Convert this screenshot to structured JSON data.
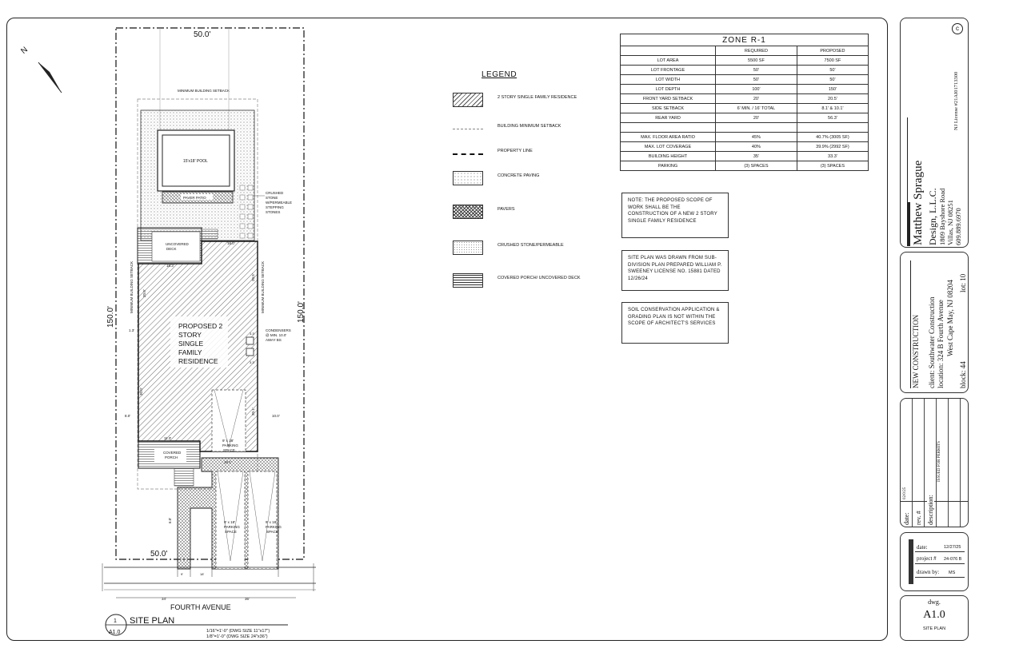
{
  "drawing": {
    "north_label": "N",
    "dim_top": "50.0'",
    "dim_bottom": "50.0'",
    "dim_left": "150.0'",
    "dim_right": "150.0'",
    "min_setback_top": "MINIMUM BUILDING SETBACK",
    "min_setback_left": "MINIMUM BUILDING SETBACK",
    "min_setback_right": "MINIMUM BUILDING SETBACK",
    "pool_label": "15'x18' POOL",
    "paver_patio": "PAVER PATIO",
    "crushed_stone": "CRUSHED STONE W/PERMEABLE STEPPING STONES",
    "uncovered_deck": "UNCOVERED DECK",
    "residence": "PROPOSED 2 STORY SINGLE FAMILY RESIDENCE",
    "condensers": "CONDENSERS @ MIN. 10.0' AWAY BS",
    "covered_porch": "COVERED PORCH",
    "parking_space": "9' x 18' PARKING SPACE",
    "street": "FOURTH AVENUE",
    "dims": {
      "d16": "16.0'",
      "d185": "18.3'",
      "d205": "20.5'",
      "d33a": "3.3'",
      "d33b": "3.3'",
      "d13": "1.3'",
      "d113": "11.3'",
      "d200": "20.0'",
      "d300": "30.0'",
      "d181": "18.1'",
      "d201": "20.1'",
      "d10": "10.0'",
      "d6": "6.0'",
      "d9": "9'",
      "d18": "18'",
      "d34": "34'",
      "d36": "36'",
      "d8": "8.0'"
    }
  },
  "plan_title": {
    "number": "1",
    "sheet": "A1.0",
    "title": "SITE PLAN",
    "scale1": "1/16\"=1'-0\" (DWG SIZE 11\"x17\")",
    "scale2": "1/8\"=1'-0\" (DWG SIZE 24\"x36\")"
  },
  "legend": {
    "title": "LEGEND",
    "items": [
      {
        "label": "2 STORY SINGLE FAMILY RESIDENCE",
        "style": "hatch"
      },
      {
        "label": "BUILDING MINIMUM SETBACK",
        "style": "dashline"
      },
      {
        "label": "PROPERTY LINE",
        "style": "dashdot"
      },
      {
        "label": "CONCRETE PAVING",
        "style": "stipple"
      },
      {
        "label": "PAVERS",
        "style": "dense"
      },
      {
        "label": "CRUSHED STONE/PERMEABLE",
        "style": "dots"
      },
      {
        "label": "COVERED PORCH/ UNCOVERED DECK",
        "style": "lines"
      }
    ]
  },
  "zone_table": {
    "title": "ZONE R-1",
    "headers": [
      "",
      "REQUIRED",
      "PROPOSED"
    ],
    "rows": [
      [
        "LOT AREA",
        "5500 SF",
        "7500 SF"
      ],
      [
        "LOT FRONTAGE",
        "50'",
        "50'"
      ],
      [
        "LOT WIDTH",
        "50'",
        "50'"
      ],
      [
        "LOT DEPTH",
        "100'",
        "150'"
      ],
      [
        "FRONT YARD SETBACK",
        "20'",
        "20.5'"
      ],
      [
        "SIDE SETBACK",
        "6' MIN. / 16' TOTAL",
        "8.1' & 10.1'"
      ],
      [
        "REAR YARD",
        "20'",
        "56.3'"
      ],
      [
        "",
        "",
        ""
      ],
      [
        "MAX. FLOOR AREA RATIO",
        "45%",
        "40.7% (3005 SF)"
      ],
      [
        "MAX. LOT COVERAGE",
        "40%",
        "39.9% (2992 SF)"
      ],
      [
        "BUILDING HEIGHT",
        "35'",
        "33.3'"
      ],
      [
        "PARKING",
        "(3) SPACES",
        "(3) SPACES"
      ]
    ]
  },
  "notes": [
    "NOTE: THE PROPOSED SCOPE OF WORK SHALL BE THE CONSTRUCTION OF A NEW 2 STORY SINGLE FAMILY RESIDENCE",
    "SITE PLAN WAS DRAWN FROM SUB-DIVISION PLAN PREPARED WILLIAM P. SWEENEY LICENSE NO. 15881 DATED 12/26/24",
    "SOIL CONSERVATION APPLICATION & GRADING PLAN IS NOT WITHIN THE SCOPE OF ARCHITECT'S SERVICES"
  ],
  "title_block": {
    "firm_name": "Matthew Sprague",
    "firm_sub": "Design, L.L.C.",
    "firm_addr1": "1809 Bayshore Road",
    "firm_addr2": "Villas, NJ 08251",
    "firm_phone": "609.889.6970",
    "license": "NJ License #21AI01713300",
    "copyright": "c",
    "project_type": "NEW CONSTRUCTION",
    "client": "client: Southwater Construction",
    "location": "location: 324 B Fourth Avenue",
    "city": "West Cape May, NJ 08204",
    "lot": "lot: 10",
    "block": "block: 44",
    "rev_headers": [
      "date:",
      "rev. #",
      "description:"
    ],
    "rev_row": [
      "02/0/25",
      "",
      "ISSUED FOR PERMITS"
    ],
    "date_label": "date:",
    "date_value": "12/27/25",
    "project_label": "project #",
    "project_value": "24-076 B",
    "drawn_label": "drawn by:",
    "drawn_value": "MS",
    "dwg_label": "dwg.",
    "dwg_number": "A1.0",
    "dwg_title": "SITE PLAN"
  }
}
